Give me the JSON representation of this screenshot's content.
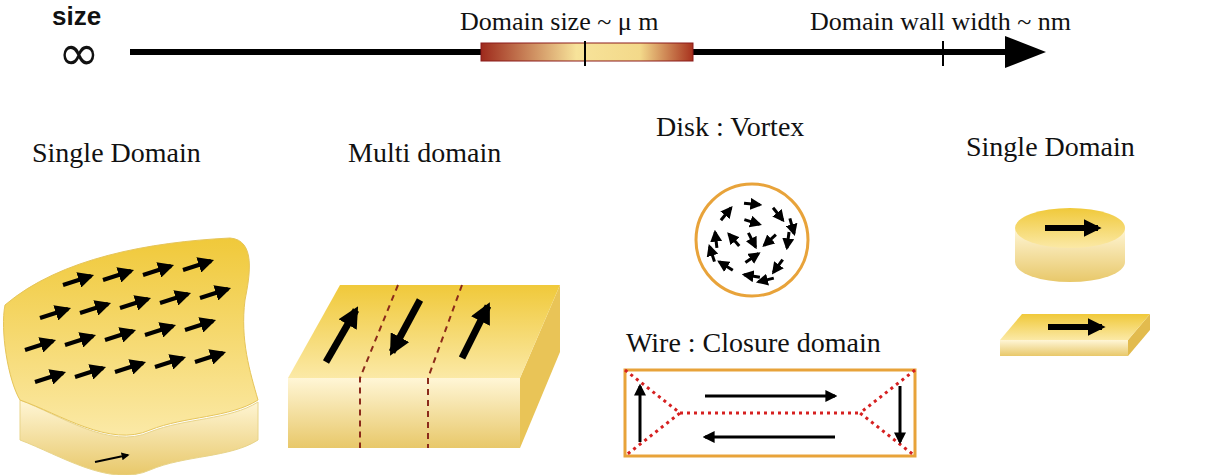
{
  "diagram": {
    "labels": [
      "size",
      "∞",
      "Domain size ~ μ m",
      "Domain wall width ~ nm",
      "Single Domain",
      "Multi domain",
      "Disk : Vortex",
      "Single Domain",
      "Wire : Closure domain"
    ]
  }
}
